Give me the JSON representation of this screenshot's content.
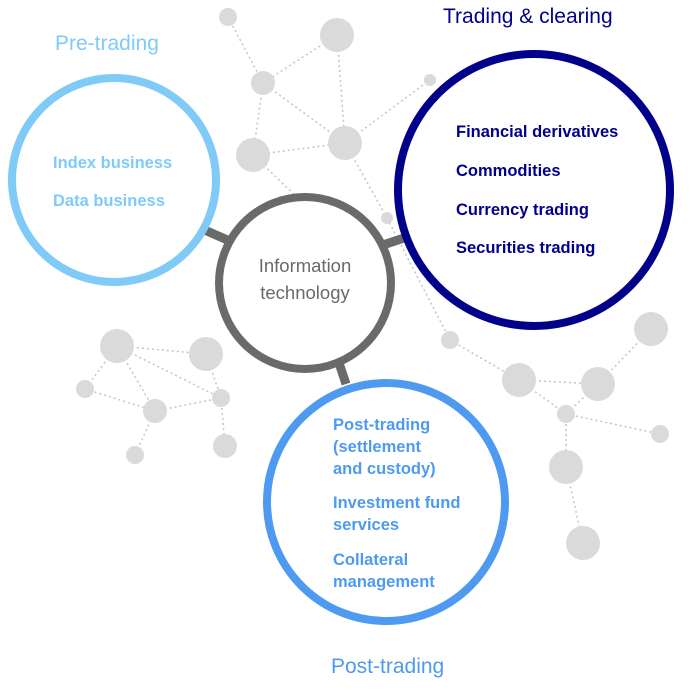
{
  "colors": {
    "pre_trading": "#7fcaf7",
    "trading": "#00008b",
    "post_trading": "#4d9af0",
    "center": "#6a6a6a",
    "node": "#dadada",
    "edge": "#c4c4c4"
  },
  "center": {
    "line1": "Information",
    "line2": "technology"
  },
  "pre_trading": {
    "title": "Pre-trading",
    "items": [
      "Index business",
      "Data business"
    ]
  },
  "trading_clearing": {
    "title": "Trading & clearing",
    "items": [
      "Financial derivatives",
      "Commodities",
      "Currency trading",
      "Securities trading"
    ]
  },
  "post_trading": {
    "title": "Post-trading",
    "items": [
      {
        "line1": "Post-trading",
        "line2": "(settlement",
        "line3": "and custody)"
      },
      {
        "line1": "Investment fund",
        "line2": "services"
      },
      {
        "line1": "Collateral",
        "line2": "management"
      }
    ]
  }
}
